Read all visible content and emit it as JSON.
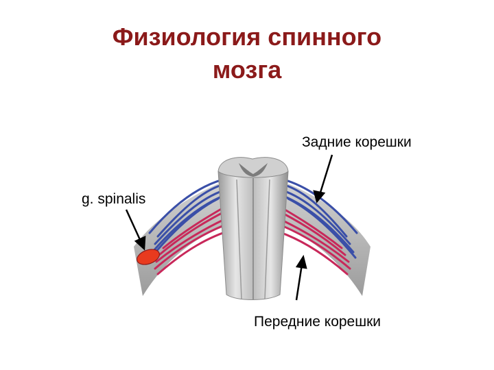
{
  "title": {
    "line1": "Физиология спинного",
    "line2": "мозга"
  },
  "labels": {
    "dorsal_roots": "Задние корешки",
    "ganglion": "g. spinalis",
    "ventral_roots": "Передние корешки"
  },
  "colors": {
    "title": "#8b1a1a",
    "dorsal_root": "#3a4fa8",
    "ventral_root": "#c8285a",
    "ganglion_fill": "#e83a1e",
    "cord_gray": "#b8b8b8"
  }
}
